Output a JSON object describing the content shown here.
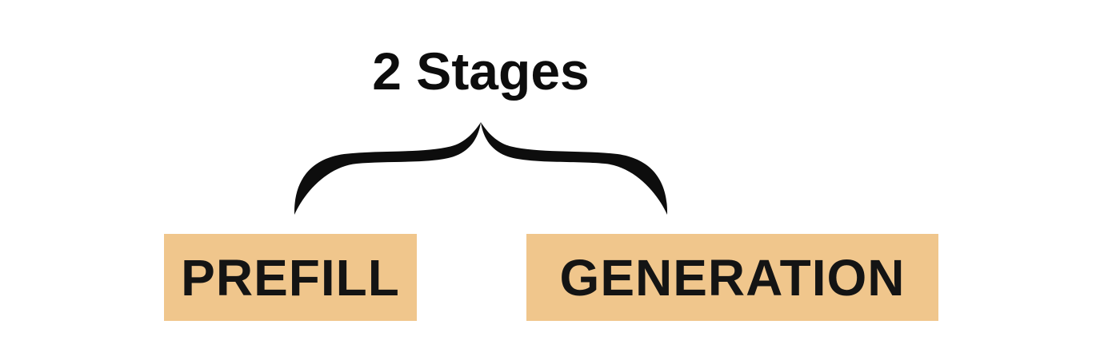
{
  "canvas": {
    "background": "#ffffff"
  },
  "title": {
    "text": "2 Stages",
    "color": "#0d0d0d"
  },
  "brace": {
    "color": "#0d0d0d"
  },
  "stages": [
    {
      "id": "prefill",
      "label": "PREFILL",
      "background": "#f0c68c",
      "text_color": "#141414"
    },
    {
      "id": "generation",
      "label": "GENERATION",
      "background": "#f0c68c",
      "text_color": "#141414"
    }
  ]
}
